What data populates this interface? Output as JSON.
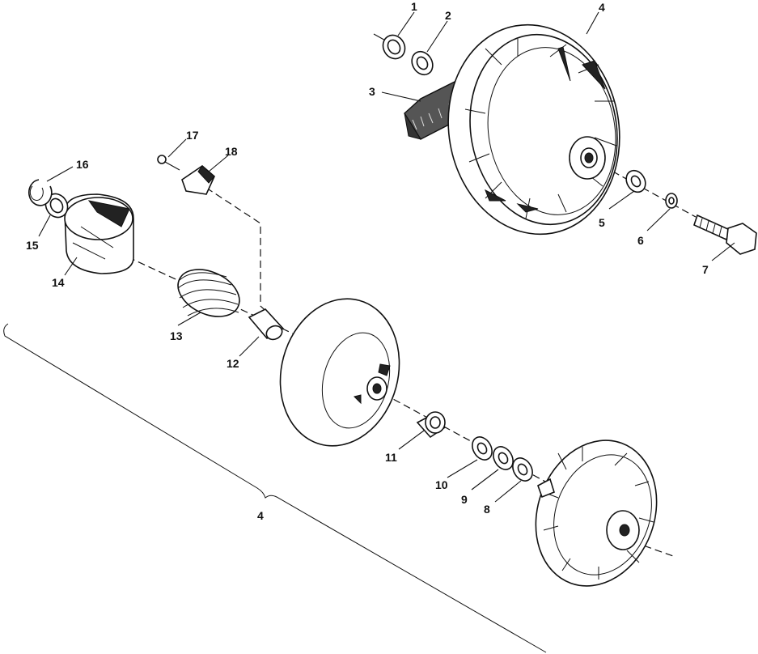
{
  "diagram": {
    "callouts": [
      {
        "id": "c1",
        "label": "1"
      },
      {
        "id": "c2",
        "label": "2"
      },
      {
        "id": "c3",
        "label": "3"
      },
      {
        "id": "c4",
        "label": "4"
      },
      {
        "id": "c5",
        "label": "5"
      },
      {
        "id": "c6",
        "label": "6"
      },
      {
        "id": "c7",
        "label": "7"
      },
      {
        "id": "c8",
        "label": "8"
      },
      {
        "id": "c9",
        "label": "9"
      },
      {
        "id": "c10",
        "label": "10"
      },
      {
        "id": "c11",
        "label": "11"
      },
      {
        "id": "c12",
        "label": "12"
      },
      {
        "id": "c13",
        "label": "13"
      },
      {
        "id": "c14",
        "label": "14"
      },
      {
        "id": "c15",
        "label": "15"
      },
      {
        "id": "c16",
        "label": "16"
      },
      {
        "id": "c17",
        "label": "17"
      },
      {
        "id": "c18",
        "label": "18"
      },
      {
        "id": "c4b",
        "label": "4"
      }
    ]
  }
}
